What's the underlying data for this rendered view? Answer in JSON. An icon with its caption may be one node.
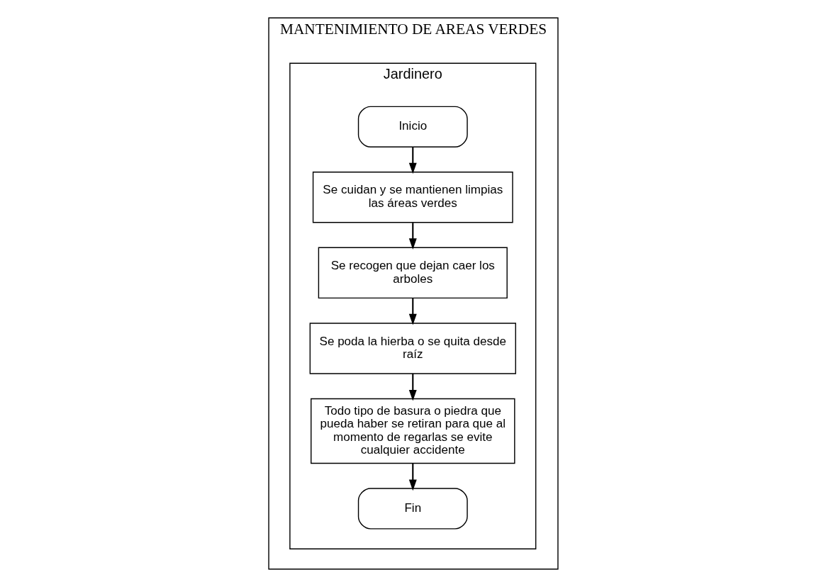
{
  "diagram": {
    "nodes": [
      {
        "text": [
          "MANTENIMIENTO DE AREAS VERDES"
        ]
      },
      {
        "text": [
          "Jardinero"
        ],
        "in": 0
      },
      {
        "text": [
          "Inicio"
        ],
        "in": 1
      },
      {
        "text": [
          "Se cuidan y se mantienen limpias las áreas verdes"
        ],
        "in": 1
      },
      {
        "text": [
          "Se recogen que dejan caer los arboles"
        ],
        "in": 1
      },
      {
        "text": [
          "Se poda la hierba o se quita desde raíz"
        ],
        "in": 1
      },
      {
        "text": [
          "Todo tipo de basura o piedra que pueda haber se retiran para que al momento de regarlas se evite cualquier accidente"
        ],
        "in": 1
      },
      {
        "text": [
          "Fin"
        ],
        "in": 1
      }
    ],
    "edges": [
      {
        "from": 2,
        "to": 3,
        "arrow": "to"
      },
      {
        "from": 3,
        "to": 4,
        "arrow": "to"
      },
      {
        "from": 4,
        "to": 5,
        "arrow": "to"
      },
      {
        "from": 5,
        "to": 6,
        "arrow": "to"
      },
      {
        "from": 6,
        "to": 7,
        "arrow": "to"
      }
    ]
  }
}
